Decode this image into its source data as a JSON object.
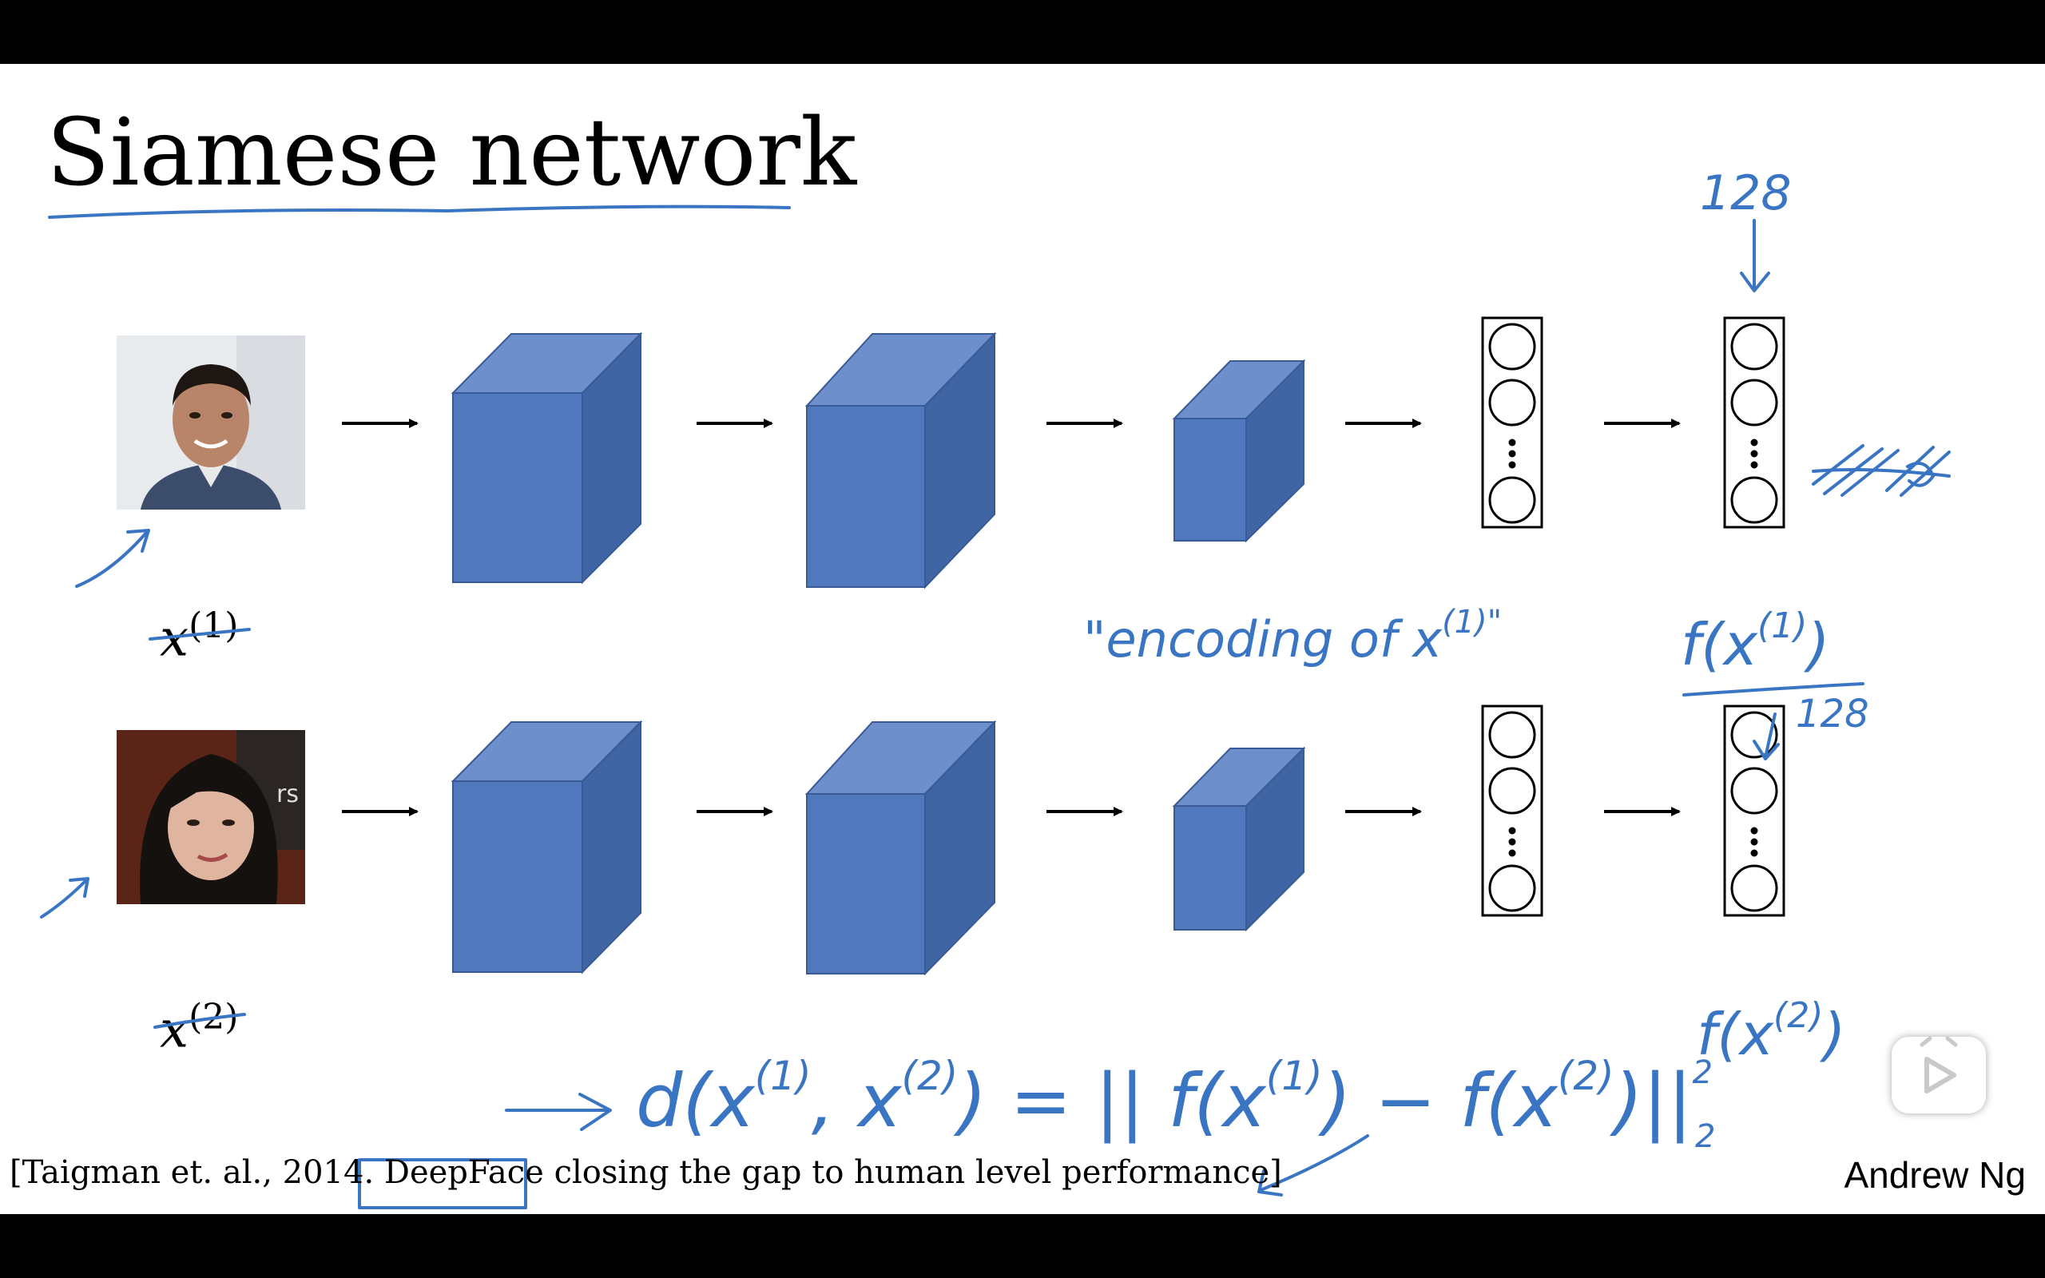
{
  "slide": {
    "title": "Siamese network",
    "author": "Andrew Ng",
    "citation_before": "[Taigman et. al., 2014.",
    "citation_boxed": "DeepFace",
    "citation_after": "closing the gap to human level performance]"
  },
  "inputs": [
    {
      "var": "x",
      "sup": "(1)"
    },
    {
      "var": "x",
      "sup": "(2)"
    }
  ],
  "annotations": {
    "size_top": "128",
    "size_mid": "128",
    "encoding_note": "\"encoding of x",
    "encoding_sup": "(1)\"",
    "f1": "f(x",
    "f1_sup": "(1)",
    "f1_close": ")",
    "f2": "f(x",
    "f2_sup": "(2)",
    "f2_close": ")",
    "distance_lhs": "d(x",
    "distance_sup1": "(1)",
    "distance_mid": ", x",
    "distance_sup2": "(2)",
    "distance_eq": ") = || f(x",
    "distance_sup3": "(1)",
    "distance_minus": ") − f(x",
    "distance_sup4": "(2)",
    "distance_end": ")||",
    "distance_exp": "2",
    "distance_sub": "2"
  },
  "colors": {
    "cube_front": "#5079bd",
    "cube_top": "#6d8fcb",
    "cube_side": "#3f65a5",
    "ink": "#3a75c4"
  },
  "icons": [
    "play-icon"
  ]
}
